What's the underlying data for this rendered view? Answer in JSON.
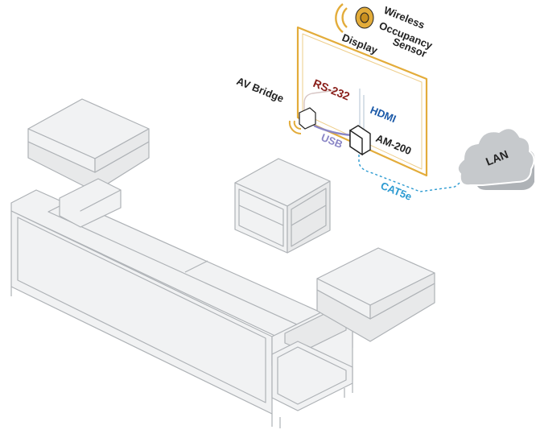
{
  "labels": {
    "sensor": [
      "Wireless",
      "Occupancy",
      "Sensor"
    ],
    "display": "Display",
    "av_bridge": "AV Bridge",
    "rs232": "RS-232",
    "hdmi": "HDMI",
    "usb": "USB",
    "am200": "AM-200",
    "cat5e": "CAT5e",
    "lan": "LAN"
  },
  "colors": {
    "furniture_stroke": "#aeb2b6",
    "furniture_fill": "#f1f2f3",
    "frame": "#e3ac3a",
    "rs232": "#8a1f1a",
    "hdmi": "#1c5aa8",
    "usb": "#8a86c6",
    "cat5e": "#2b9ad1",
    "cloud_fill": "#aeb2b6",
    "text_dark": "#222222",
    "sensor_gold": "#e3ac3a"
  }
}
